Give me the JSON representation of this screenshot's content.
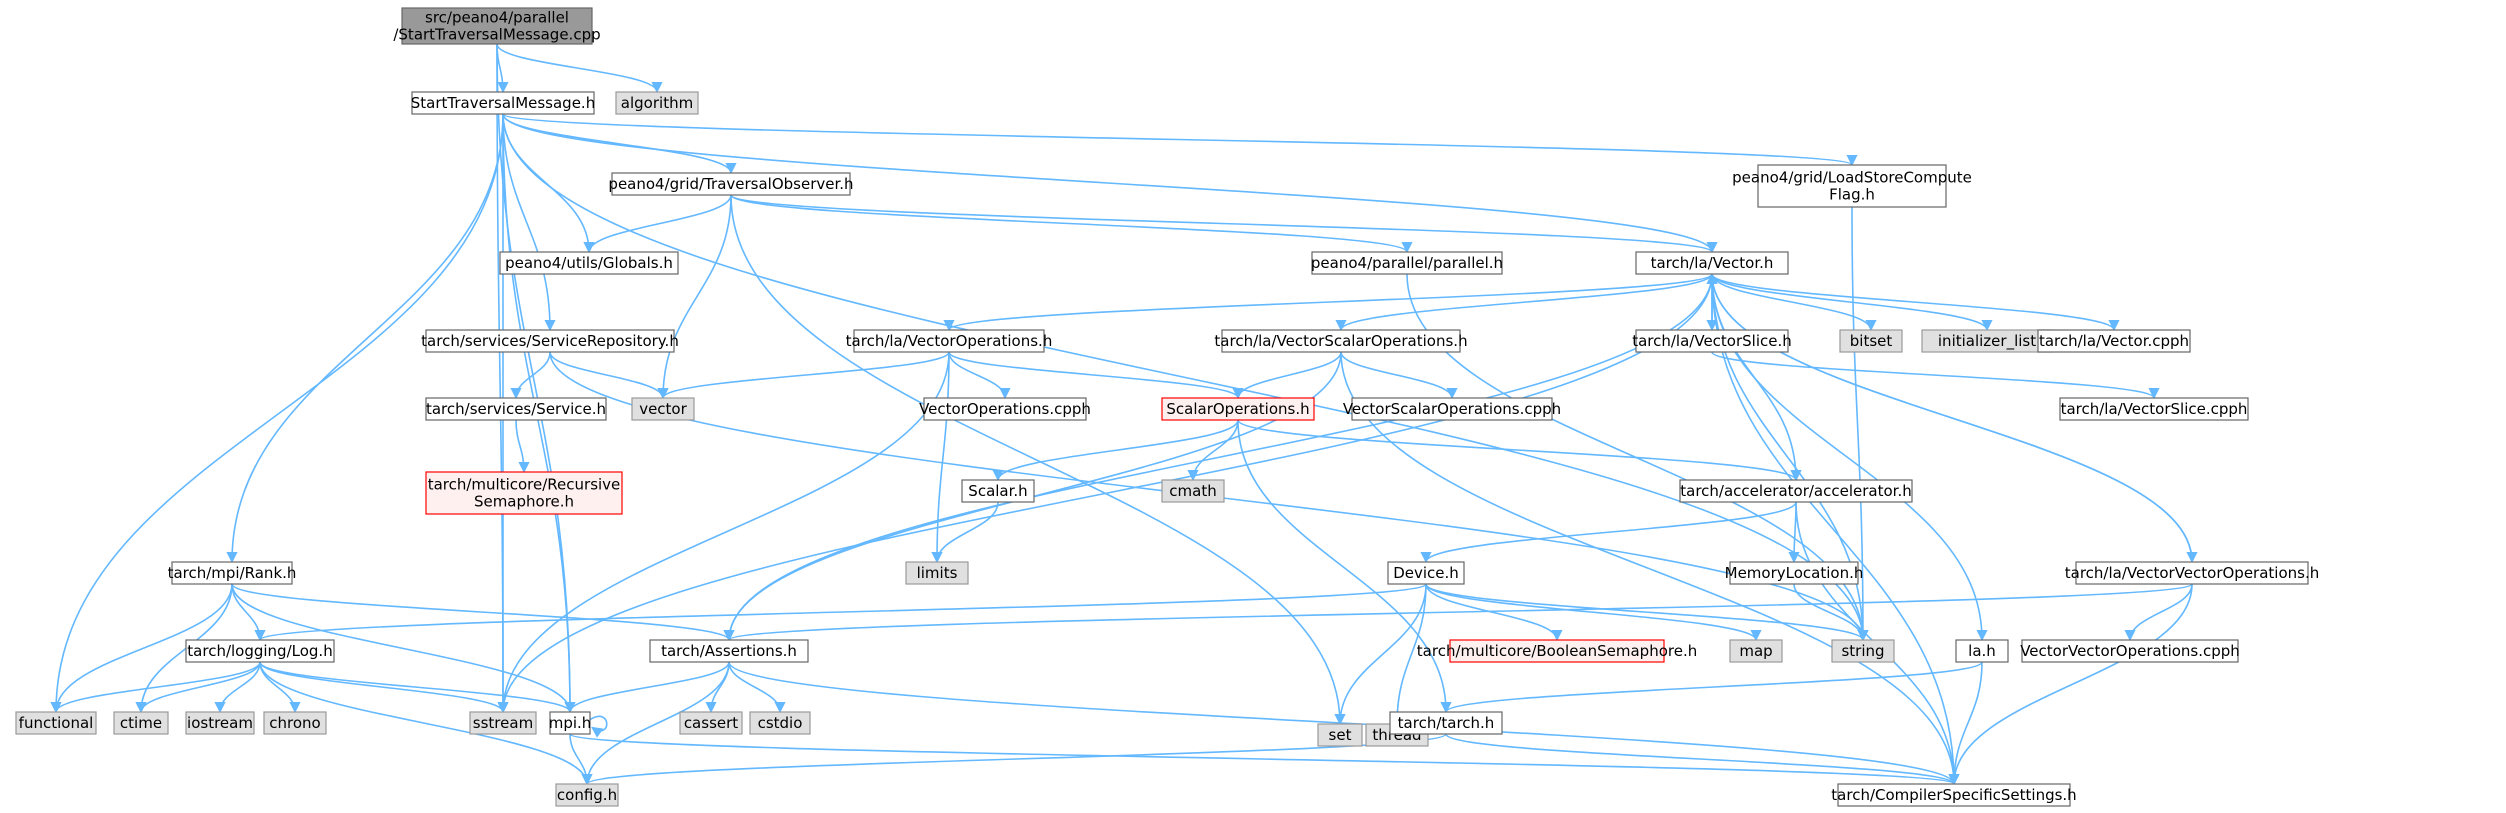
{
  "colors": {
    "edge": "#63b8ff",
    "file_fill": "#ffffff",
    "file_stroke": "#666666",
    "system_fill": "#e0e0e0",
    "system_stroke": "#999999",
    "root_fill": "#999999",
    "root_stroke": "#666666",
    "truncated_fill": "#fff0f0",
    "truncated_stroke": "#ff0000"
  },
  "nodes": [
    {
      "id": "root",
      "kind": "root",
      "lines": [
        "src/peano4/parallel",
        "/StartTraversalMessage.cpp"
      ]
    },
    {
      "id": "stm",
      "kind": "file",
      "lines": [
        "StartTraversalMessage.h"
      ]
    },
    {
      "id": "algorithm",
      "kind": "system",
      "lines": [
        "algorithm"
      ]
    },
    {
      "id": "traversalobs",
      "kind": "file",
      "lines": [
        "peano4/grid/TraversalObserver.h"
      ]
    },
    {
      "id": "loadstore",
      "kind": "file",
      "lines": [
        "peano4/grid/LoadStoreCompute",
        "Flag.h"
      ]
    },
    {
      "id": "globals",
      "kind": "file",
      "lines": [
        "peano4/utils/Globals.h"
      ]
    },
    {
      "id": "parallelh",
      "kind": "file",
      "lines": [
        "peano4/parallel/parallel.h"
      ]
    },
    {
      "id": "vectorh",
      "kind": "file",
      "lines": [
        "tarch/la/Vector.h"
      ]
    },
    {
      "id": "servicerepo",
      "kind": "file",
      "lines": [
        "tarch/services/ServiceRepository.h"
      ]
    },
    {
      "id": "vectorops",
      "kind": "file",
      "lines": [
        "tarch/la/VectorOperations.h"
      ]
    },
    {
      "id": "vecscalarops",
      "kind": "file",
      "lines": [
        "tarch/la/VectorScalarOperations.h"
      ]
    },
    {
      "id": "vectorslice",
      "kind": "file",
      "lines": [
        "tarch/la/VectorSlice.h"
      ]
    },
    {
      "id": "bitset",
      "kind": "system",
      "lines": [
        "bitset"
      ]
    },
    {
      "id": "initlist",
      "kind": "system",
      "lines": [
        "initializer_list"
      ]
    },
    {
      "id": "vectorcpph",
      "kind": "file",
      "lines": [
        "tarch/la/Vector.cpph"
      ]
    },
    {
      "id": "vector",
      "kind": "system",
      "lines": [
        "vector"
      ]
    },
    {
      "id": "service",
      "kind": "file",
      "lines": [
        "tarch/services/Service.h"
      ]
    },
    {
      "id": "vecopscpph",
      "kind": "file",
      "lines": [
        "VectorOperations.cpph"
      ]
    },
    {
      "id": "scalarops",
      "kind": "truncated",
      "lines": [
        "ScalarOperations.h"
      ]
    },
    {
      "id": "vecscalaropscpph",
      "kind": "file",
      "lines": [
        "VectorScalarOperations.cpph"
      ]
    },
    {
      "id": "vectorslicecpph",
      "kind": "file",
      "lines": [
        "tarch/la/VectorSlice.cpph"
      ]
    },
    {
      "id": "recsem",
      "kind": "truncated",
      "lines": [
        "tarch/multicore/Recursive",
        "Semaphore.h"
      ]
    },
    {
      "id": "cmath",
      "kind": "system",
      "lines": [
        "cmath"
      ]
    },
    {
      "id": "scalarh",
      "kind": "file",
      "lines": [
        "Scalar.h"
      ]
    },
    {
      "id": "accel",
      "kind": "file",
      "lines": [
        "tarch/accelerator/accelerator.h"
      ]
    },
    {
      "id": "limits",
      "kind": "system",
      "lines": [
        "limits"
      ]
    },
    {
      "id": "rank",
      "kind": "file",
      "lines": [
        "tarch/mpi/Rank.h"
      ]
    },
    {
      "id": "device",
      "kind": "file",
      "lines": [
        "Device.h"
      ]
    },
    {
      "id": "memloc",
      "kind": "file",
      "lines": [
        "MemoryLocation.h"
      ]
    },
    {
      "id": "vecvecops",
      "kind": "file",
      "lines": [
        "tarch/la/VectorVectorOperations.h"
      ]
    },
    {
      "id": "log",
      "kind": "file",
      "lines": [
        "tarch/logging/Log.h"
      ]
    },
    {
      "id": "assertions",
      "kind": "file",
      "lines": [
        "tarch/Assertions.h"
      ]
    },
    {
      "id": "set",
      "kind": "system",
      "lines": [
        "set"
      ]
    },
    {
      "id": "thread",
      "kind": "system",
      "lines": [
        "thread"
      ]
    },
    {
      "id": "boolsem",
      "kind": "truncated",
      "lines": [
        "tarch/multicore/BooleanSemaphore.h"
      ]
    },
    {
      "id": "map",
      "kind": "system",
      "lines": [
        "map"
      ]
    },
    {
      "id": "string",
      "kind": "system",
      "lines": [
        "string"
      ]
    },
    {
      "id": "lah",
      "kind": "file",
      "lines": [
        "la.h"
      ]
    },
    {
      "id": "vecveccpph",
      "kind": "file",
      "lines": [
        "VectorVectorOperations.cpph"
      ]
    },
    {
      "id": "functional",
      "kind": "system",
      "lines": [
        "functional"
      ]
    },
    {
      "id": "ctime",
      "kind": "system",
      "lines": [
        "ctime"
      ]
    },
    {
      "id": "iostream",
      "kind": "system",
      "lines": [
        "iostream"
      ]
    },
    {
      "id": "chrono",
      "kind": "system",
      "lines": [
        "chrono"
      ]
    },
    {
      "id": "sstream",
      "kind": "system",
      "lines": [
        "sstream"
      ]
    },
    {
      "id": "mpih",
      "kind": "file",
      "lines": [
        "mpi.h"
      ]
    },
    {
      "id": "cassert",
      "kind": "system",
      "lines": [
        "cassert"
      ]
    },
    {
      "id": "cstdio",
      "kind": "system",
      "lines": [
        "cstdio"
      ]
    },
    {
      "id": "tarchh",
      "kind": "file",
      "lines": [
        "tarch/tarch.h"
      ]
    },
    {
      "id": "config",
      "kind": "system",
      "lines": [
        "config.h"
      ]
    },
    {
      "id": "compiler",
      "kind": "file",
      "lines": [
        "tarch/CompilerSpecificSettings.h"
      ]
    }
  ],
  "edges": [
    [
      "root",
      "stm"
    ],
    [
      "root",
      "algorithm"
    ],
    [
      "root",
      "mpih"
    ],
    [
      "root",
      "sstream"
    ],
    [
      "stm",
      "traversalobs"
    ],
    [
      "stm",
      "loadstore"
    ],
    [
      "stm",
      "globals"
    ],
    [
      "stm",
      "vectorh"
    ],
    [
      "stm",
      "servicerepo"
    ],
    [
      "stm",
      "rank"
    ],
    [
      "stm",
      "functional"
    ],
    [
      "stm",
      "mpih"
    ],
    [
      "stm",
      "sstream"
    ],
    [
      "stm",
      "string"
    ],
    [
      "traversalobs",
      "globals"
    ],
    [
      "traversalobs",
      "parallelh"
    ],
    [
      "traversalobs",
      "vectorh"
    ],
    [
      "traversalobs",
      "vector"
    ],
    [
      "traversalobs",
      "set"
    ],
    [
      "loadstore",
      "string"
    ],
    [
      "parallelh",
      "string"
    ],
    [
      "vectorh",
      "vectorops"
    ],
    [
      "vectorh",
      "vecscalarops"
    ],
    [
      "vectorh",
      "vectorslice"
    ],
    [
      "vectorh",
      "bitset"
    ],
    [
      "vectorh",
      "initlist"
    ],
    [
      "vectorh",
      "vectorcpph"
    ],
    [
      "vectorh",
      "vecvecops"
    ],
    [
      "vectorh",
      "lah"
    ],
    [
      "vectorh",
      "accel"
    ],
    [
      "vectorh",
      "string"
    ],
    [
      "vectorh",
      "assertions"
    ],
    [
      "vectorh",
      "sstream"
    ],
    [
      "vectorh",
      "compiler"
    ],
    [
      "vectorslice",
      "vectorh"
    ],
    [
      "vectorslice",
      "vectorslicecpph"
    ],
    [
      "servicerepo",
      "service"
    ],
    [
      "servicerepo",
      "vector"
    ],
    [
      "servicerepo",
      "string"
    ],
    [
      "service",
      "recsem"
    ],
    [
      "vectorops",
      "vecopscpph"
    ],
    [
      "vectorops",
      "scalarops"
    ],
    [
      "vectorops",
      "vector"
    ],
    [
      "vectorops",
      "limits"
    ],
    [
      "vectorops",
      "sstream"
    ],
    [
      "vecscalarops",
      "vecscalaropscpph"
    ],
    [
      "vecscalarops",
      "scalarops"
    ],
    [
      "vecscalarops",
      "assertions"
    ],
    [
      "vecscalarops",
      "compiler"
    ],
    [
      "scalarops",
      "scalarh"
    ],
    [
      "scalarops",
      "cmath"
    ],
    [
      "scalarops",
      "accel"
    ],
    [
      "scalarops",
      "tarchh"
    ],
    [
      "scalarh",
      "limits"
    ],
    [
      "accel",
      "device"
    ],
    [
      "accel",
      "memloc"
    ],
    [
      "accel",
      "compiler"
    ],
    [
      "device",
      "set"
    ],
    [
      "device",
      "thread"
    ],
    [
      "device",
      "boolsem"
    ],
    [
      "device",
      "map"
    ],
    [
      "device",
      "string"
    ],
    [
      "device",
      "log"
    ],
    [
      "memloc",
      "string"
    ],
    [
      "vecvecops",
      "vectorh"
    ],
    [
      "vecvecops",
      "vecveccpph"
    ],
    [
      "vecvecops",
      "assertions"
    ],
    [
      "vecvecops",
      "compiler"
    ],
    [
      "lah",
      "tarchh"
    ],
    [
      "lah",
      "compiler"
    ],
    [
      "rank",
      "log"
    ],
    [
      "rank",
      "assertions"
    ],
    [
      "rank",
      "functional"
    ],
    [
      "rank",
      "ctime"
    ],
    [
      "rank",
      "mpih"
    ],
    [
      "log",
      "functional"
    ],
    [
      "log",
      "ctime"
    ],
    [
      "log",
      "iostream"
    ],
    [
      "log",
      "chrono"
    ],
    [
      "log",
      "sstream"
    ],
    [
      "log",
      "mpih"
    ],
    [
      "log",
      "config"
    ],
    [
      "assertions",
      "mpih"
    ],
    [
      "assertions",
      "cassert"
    ],
    [
      "assertions",
      "cstdio"
    ],
    [
      "assertions",
      "config"
    ],
    [
      "assertions",
      "compiler"
    ],
    [
      "mpih",
      "mpih"
    ],
    [
      "mpih",
      "config"
    ],
    [
      "mpih",
      "compiler"
    ],
    [
      "tarchh",
      "config"
    ],
    [
      "tarchh",
      "compiler"
    ]
  ]
}
